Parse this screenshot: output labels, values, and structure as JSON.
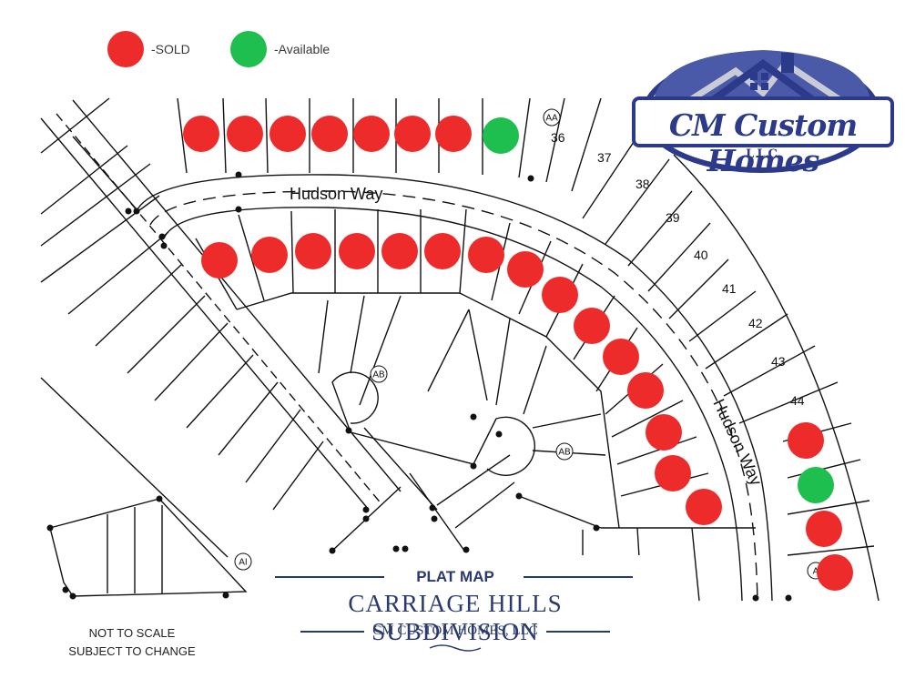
{
  "legend": {
    "sold": {
      "label": "-SOLD",
      "color": "#ee2b2b"
    },
    "available": {
      "label": "-Available",
      "color": "#1fbf4f"
    }
  },
  "logo": {
    "title": "CM Custom Homes",
    "subtitle": "LLC",
    "frame_color": "#2b3a8a"
  },
  "title_block": {
    "heading": "PLAT MAP",
    "subdivision": "CARRIAGE HILLS SUBDIVISION",
    "company": "CM CUSTOM HOMES, LLC"
  },
  "notes": [
    "NOT TO SCALE",
    "SUBJECT TO CHANGE"
  ],
  "streets": [
    "Hudson Way",
    "Hudson Way"
  ],
  "lot_numbers": [
    "36",
    "37",
    "38",
    "39",
    "40",
    "41",
    "42",
    "43",
    "44"
  ],
  "area_labels": [
    "AA",
    "AB",
    "AB",
    "AI",
    "A"
  ],
  "lot_statuses": {
    "hudson_north_row": [
      "sold",
      "sold",
      "sold",
      "sold",
      "sold",
      "sold",
      "sold",
      "available"
    ],
    "hudson_south_row": [
      "sold",
      "sold",
      "sold",
      "sold",
      "sold",
      "sold",
      "sold",
      "sold",
      "sold",
      "sold",
      "sold",
      "sold",
      "sold",
      "sold",
      "sold"
    ],
    "east_row": [
      "sold",
      "available",
      "sold",
      "sold"
    ]
  }
}
